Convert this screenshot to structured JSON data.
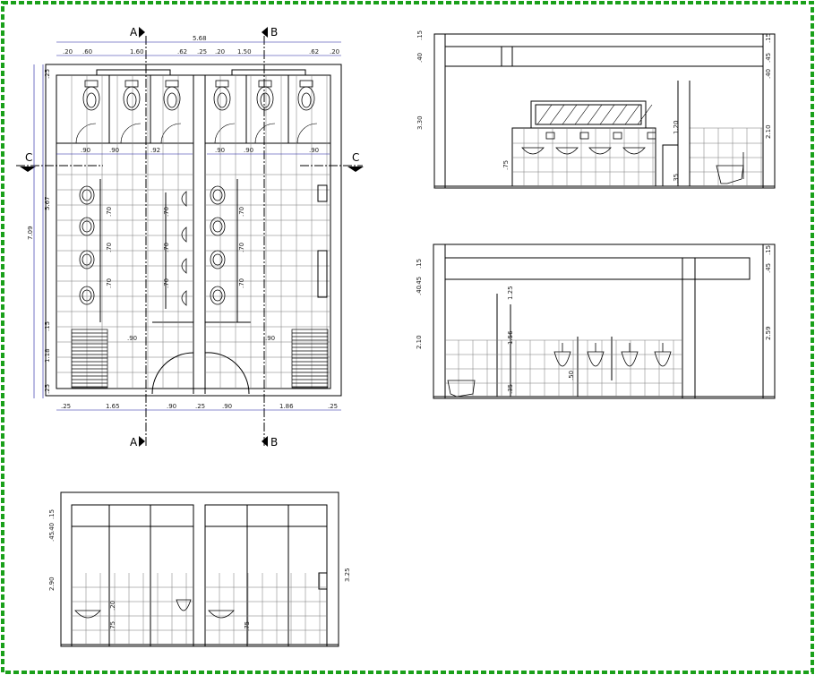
{
  "border_color": "#1aa01a",
  "line_color": "#000000",
  "dim_color": "#1a1aa0",
  "plan": {
    "section_markers": [
      {
        "label": "A",
        "pos": "top-left"
      },
      {
        "label": "B",
        "pos": "top-right"
      },
      {
        "label": "A",
        "pos": "bottom-left"
      },
      {
        "label": "B",
        "pos": "bottom-right"
      },
      {
        "label": "C",
        "pos": "left"
      },
      {
        "label": "C",
        "pos": "right"
      }
    ],
    "top_total": "5.68",
    "top_dims": [
      ".20",
      ".60",
      "1.60",
      ".62",
      ".25",
      ".20",
      "1.50",
      ".62",
      ".20"
    ],
    "partition_dims": [
      ".90",
      ".90",
      ".92",
      ".90",
      ".90",
      ".90"
    ],
    "bottom_dims": [
      ".25",
      "1.65",
      ".90",
      ".25",
      ".90",
      "1.86",
      ".25"
    ],
    "left_total": "7.09",
    "left_dims": [
      "5.67",
      ".15",
      "1.18",
      ".25",
      ".25"
    ],
    "row_dims": [
      ".70",
      ".70",
      ".70"
    ],
    "door_dims": [
      ".90",
      ".90"
    ]
  },
  "elevation_b": {
    "dims_left": [
      ".15",
      ".40",
      "3.30"
    ],
    "dims_right": [
      ".15",
      ".45",
      ".40",
      "2.10"
    ],
    "small_dims": [
      "1.20",
      ".75",
      ".35"
    ]
  },
  "elevation_c": {
    "dims_left": [
      ".15",
      ".45",
      ".40",
      "2.10"
    ],
    "dims_right": [
      ".15",
      ".45",
      "2.59"
    ],
    "small_dims": [
      "1.25",
      "1.56",
      ".50",
      ".35"
    ]
  },
  "elevation_a": {
    "dims_left": [
      ".15",
      ".40",
      ".45",
      "2.90"
    ],
    "dims_right": [
      "3.25"
    ],
    "small_dims": [
      ".75",
      ".20",
      ".75"
    ]
  }
}
